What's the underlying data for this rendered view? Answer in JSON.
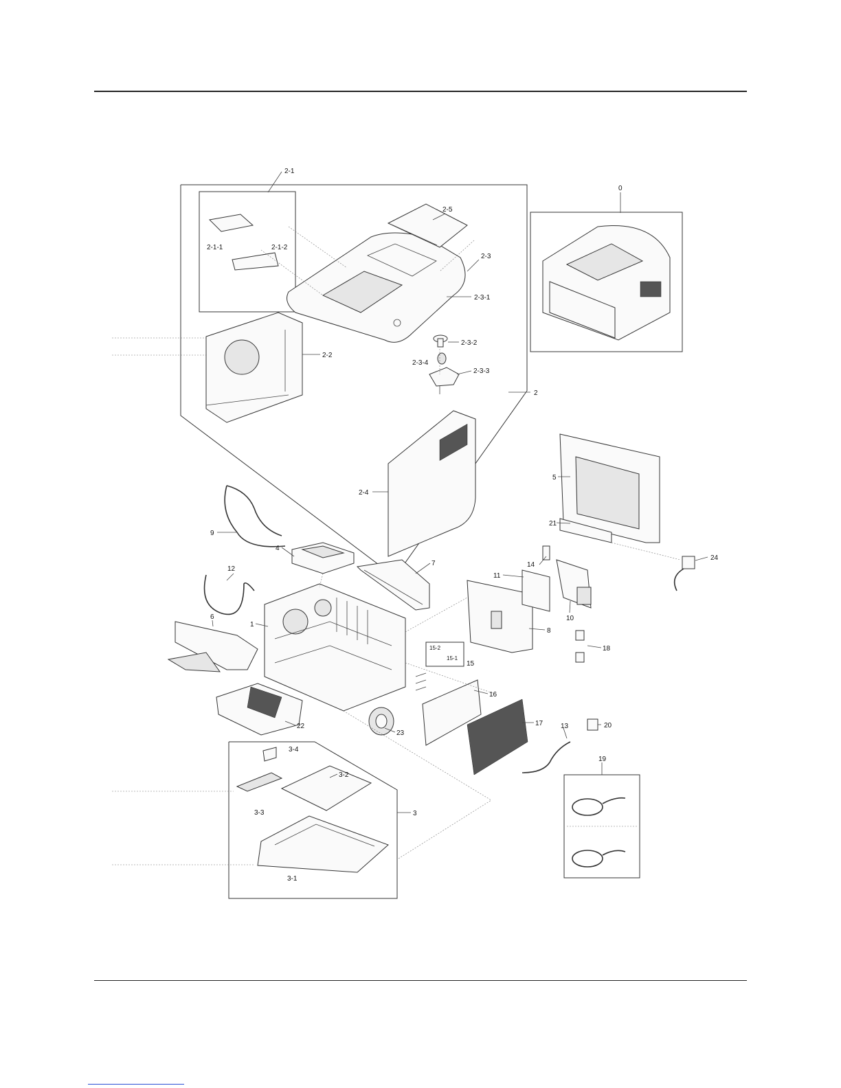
{
  "labels": {
    "l0": "0",
    "l1": "1",
    "l2": "2",
    "l2_1": "2-1",
    "l2_1_1": "2-1-1",
    "l2_1_2": "2-1-2",
    "l2_2": "2-2",
    "l2_3": "2-3",
    "l2_3_1": "2-3-1",
    "l2_3_2": "2-3-2",
    "l2_3_3": "2-3-3",
    "l2_3_4": "2-3-4",
    "l2_4": "2-4",
    "l2_5": "2-5",
    "l3": "3",
    "l3_1": "3-1",
    "l3_2": "3-2",
    "l3_3": "3-3",
    "l3_4": "3-4",
    "l4": "4",
    "l5": "5",
    "l6": "6",
    "l7": "7",
    "l8": "8",
    "l9": "9",
    "l10": "10",
    "l11": "11",
    "l12": "12",
    "l13": "13",
    "l14": "14",
    "l15": "15",
    "l15_1": "15-1",
    "l15_2": "15-2",
    "l16": "16",
    "l17": "17",
    "l18": "18",
    "l19": "19",
    "l20": "20",
    "l21": "21",
    "l22": "22",
    "l23": "23",
    "l24": "24"
  }
}
